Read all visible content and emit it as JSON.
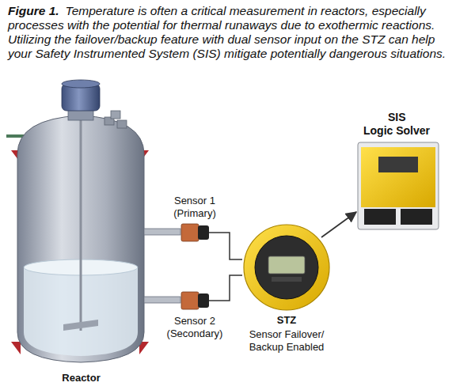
{
  "diagram": {
    "title": "Figure 1.",
    "caption": "Temperature is often a critical measurement in reactors, especially processes with the potential for thermal runaways due to exothermic reactions. Utilizing the failover/backup feature with dual sensor input on the STZ can help your Safety Instrumented System (SIS) mitigate potentially dangerous situations.",
    "nodes": [
      {
        "text": [
          "Reactor"
        ]
      },
      {
        "text": [
          "Sensor 1 (Primary)"
        ]
      },
      {
        "text": [
          "Sensor 2 (Secondary)"
        ]
      },
      {
        "text": [
          "STZ",
          "Sensor Failover/ Backup Enabled"
        ]
      },
      {
        "text": [
          "SIS Logic Solver"
        ]
      }
    ],
    "edges": [
      {
        "from": 1,
        "to": 3,
        "arrow": "none"
      },
      {
        "from": 2,
        "to": 3,
        "arrow": "none"
      },
      {
        "from": 3,
        "to": 4,
        "arrow": "to"
      }
    ]
  }
}
